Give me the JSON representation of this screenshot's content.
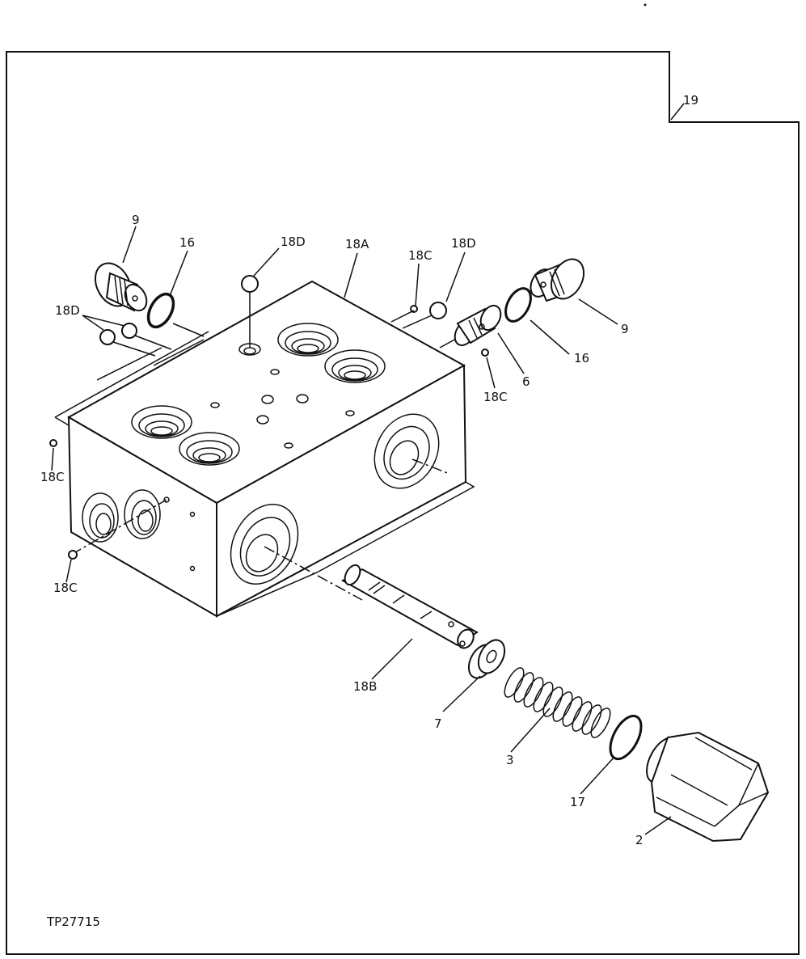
{
  "figure_id": "TP27715",
  "callouts": {
    "c19": "19",
    "c9_left": "9",
    "c16_left": "16",
    "c18D_top": "18D",
    "c18A": "18A",
    "c18C_top": "18C",
    "c18D_topright": "18D",
    "c18D_left": "18D",
    "c9_right": "9",
    "c16_right": "16",
    "c6": "6",
    "c18C_right": "18C",
    "c18C_leftupper": "18C",
    "c18C_leftlower": "18C",
    "c18B": "18B",
    "c7": "7",
    "c3": "3",
    "c17": "17",
    "c2": "2"
  }
}
